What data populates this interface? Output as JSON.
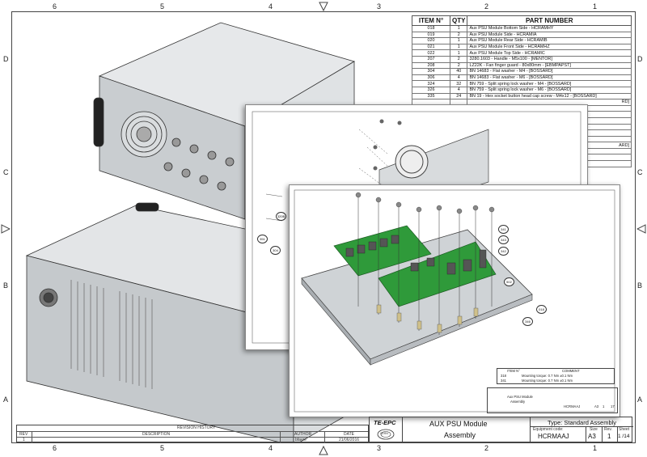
{
  "zones": {
    "top": [
      "6",
      "5",
      "4",
      "3",
      "2",
      "1"
    ],
    "bottom": [
      "6",
      "5",
      "4",
      "3",
      "2",
      "1"
    ],
    "left": [
      "D",
      "C",
      "B",
      "A"
    ],
    "right": [
      "D",
      "C",
      "B",
      "A"
    ]
  },
  "parts_list": {
    "headers": [
      "ITEM N°",
      "QTY",
      "PART NUMBER"
    ],
    "rows": [
      [
        "018",
        "1",
        "Aux PSU Module Bottom Side - HCRAMHY"
      ],
      [
        "019",
        "2",
        "Aux PSU Module Side - HCRAMIA"
      ],
      [
        "020",
        "1",
        "Aux PSU Module Rear Side - HCRAMIB"
      ],
      [
        "021",
        "1",
        "Aux PSU Module Front Side - HCRAMHZ"
      ],
      [
        "022",
        "1",
        "Aux PSU Module Top Side - HCRAMIC"
      ],
      [
        "207",
        "2",
        "3280.1603 - Handle - M5x100 - [MENTOR]"
      ],
      [
        "208",
        "2",
        "LZ22K - Fan finger guard - 80x80mm - [EBMPAPST]"
      ],
      [
        "304",
        "40",
        "BN 14683 - Flat washer - M4 - [BOSSARD]"
      ],
      [
        "306",
        "4",
        "BN 14683 - Flat washer - M6 - [BOSSARD]"
      ],
      [
        "324",
        "32",
        "BN 759 - Split spring lock washer - M4 - [BOSSARD]"
      ],
      [
        "326",
        "4",
        "BN 759 - Split spring lock washer - M6 - [BOSSARD]"
      ],
      [
        "335",
        "24",
        "BN 19 - Hex socket button head cap screw - M4x12 - [BOSSARD]"
      ]
    ],
    "partial_rows": [
      "RD]",
      "",
      "",
      "",
      "",
      "",
      "",
      "ARD]",
      "",
      "",
      ""
    ]
  },
  "overlay_front": {
    "comment_table": {
      "headers": [
        "ITEM N°",
        "COMMENT"
      ],
      "rows": [
        [
          "318",
          "Mounting torque: 0.7 Nm ±0.1 Nm"
        ],
        [
          "341",
          "Mounting torque: 0.7 Nm ±0.1 Nm"
        ]
      ]
    },
    "title_small": [
      "Aux PSU Module",
      "Assembly"
    ],
    "equipment_code": "HCRMAAJ",
    "size": "A3",
    "rev": "1",
    "sheet": "17",
    "callouts": [
      "341",
      "343",
      "342",
      "502",
      "018",
      "346"
    ]
  },
  "overlay_mid": {
    "callouts": [
      "320B",
      "351",
      "304"
    ]
  },
  "revision_history": {
    "title": "REVISION HISTORY",
    "headers": [
      "REV",
      "DESCRIPTION",
      "AUTHOR",
      "DATE"
    ],
    "rows": [
      [
        "1",
        "",
        "bfavre",
        "21/06/2016"
      ]
    ]
  },
  "title_block": {
    "logo": "TE-EPC",
    "logo_sub": "CERN",
    "title_line1": "AUX PSU Module",
    "title_line2": "Assembly",
    "type": "Type: Standard Assembly",
    "equipment_code_label": "Equipment code:",
    "equipment_code": "HCRMAAJ",
    "size_label": "Size",
    "size": "A3",
    "rev_label": "Rev.",
    "rev": "1",
    "sheet_label": "Sheet",
    "sheet": "1 /14"
  },
  "colors": {
    "pcb": "#2f9a3a",
    "metal": "#cfd3d6",
    "line": "#333333"
  }
}
